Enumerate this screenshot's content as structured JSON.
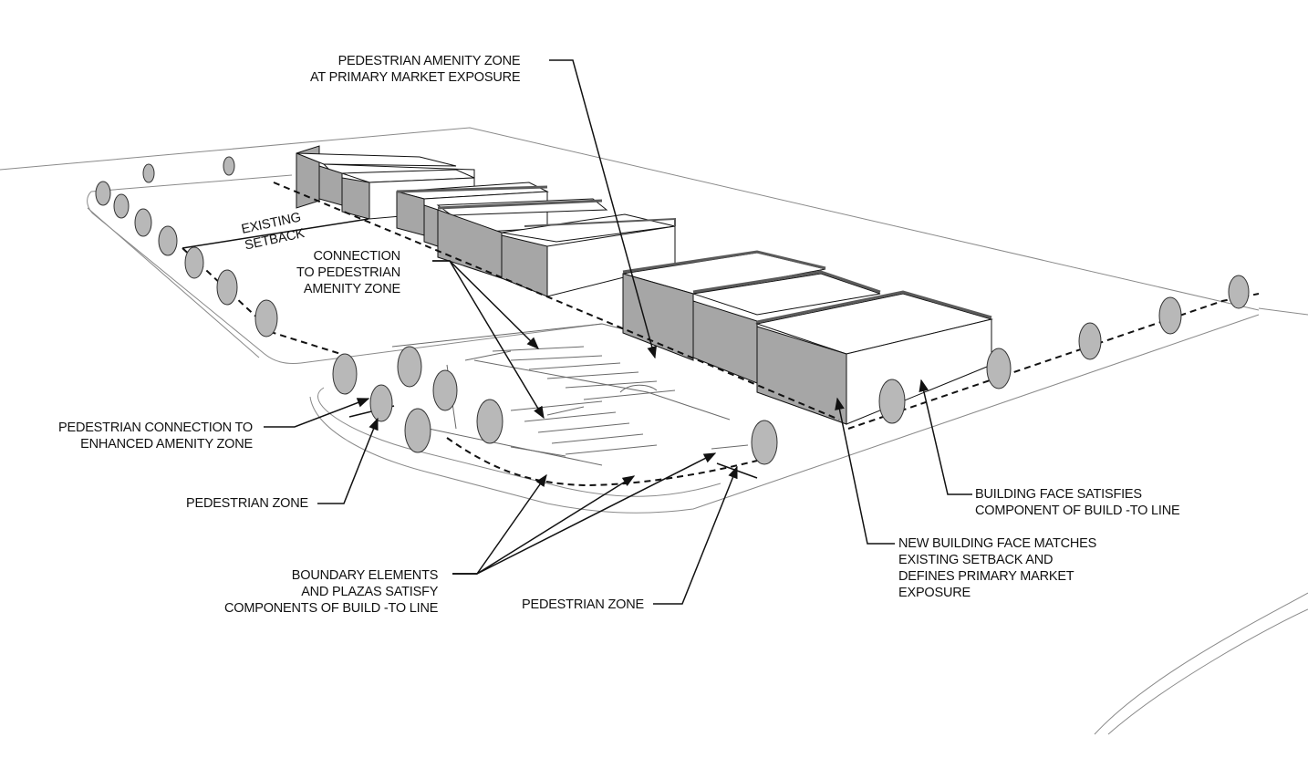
{
  "diagram": {
    "labels": {
      "amenity_zone": [
        "PEDESTRIAN AMENITY ZONE",
        "AT PRIMARY MARKET EXPOSURE"
      ],
      "existing_setback": [
        "EXISTING",
        "SETBACK"
      ],
      "connection": [
        "CONNECTION",
        "TO  PEDESTRIAN",
        "AMENITY ZONE"
      ],
      "ped_connection": [
        "PEDESTRIAN CONNECTION TO",
        "ENHANCED AMENITY ZONE"
      ],
      "ped_zone_left": [
        "PEDESTRIAN ZONE"
      ],
      "boundary": [
        "BOUNDARY ELEMENTS",
        "AND PLAZAS SATISFY",
        "COMPONENTS OF BUILD -TO LINE"
      ],
      "ped_zone_bottom": [
        "PEDESTRIAN ZONE"
      ],
      "new_face": [
        "NEW BUILDING FACE MATCHES",
        "EXISTING SETBACK AND",
        "DEFINES PRIMARY MARKET",
        "EXPOSURE"
      ],
      "building_face": [
        "BUILDING FACE SATISFIES",
        "COMPONENT OF BUILD -TO LINE"
      ]
    },
    "colors": {
      "line": "#111111",
      "ground_line": "#8a8a8a",
      "building_side": "#a6a6a6",
      "building_roof": "#ffffff",
      "parapet": "#5a5a5a",
      "tree": "#9a9a9a"
    }
  }
}
